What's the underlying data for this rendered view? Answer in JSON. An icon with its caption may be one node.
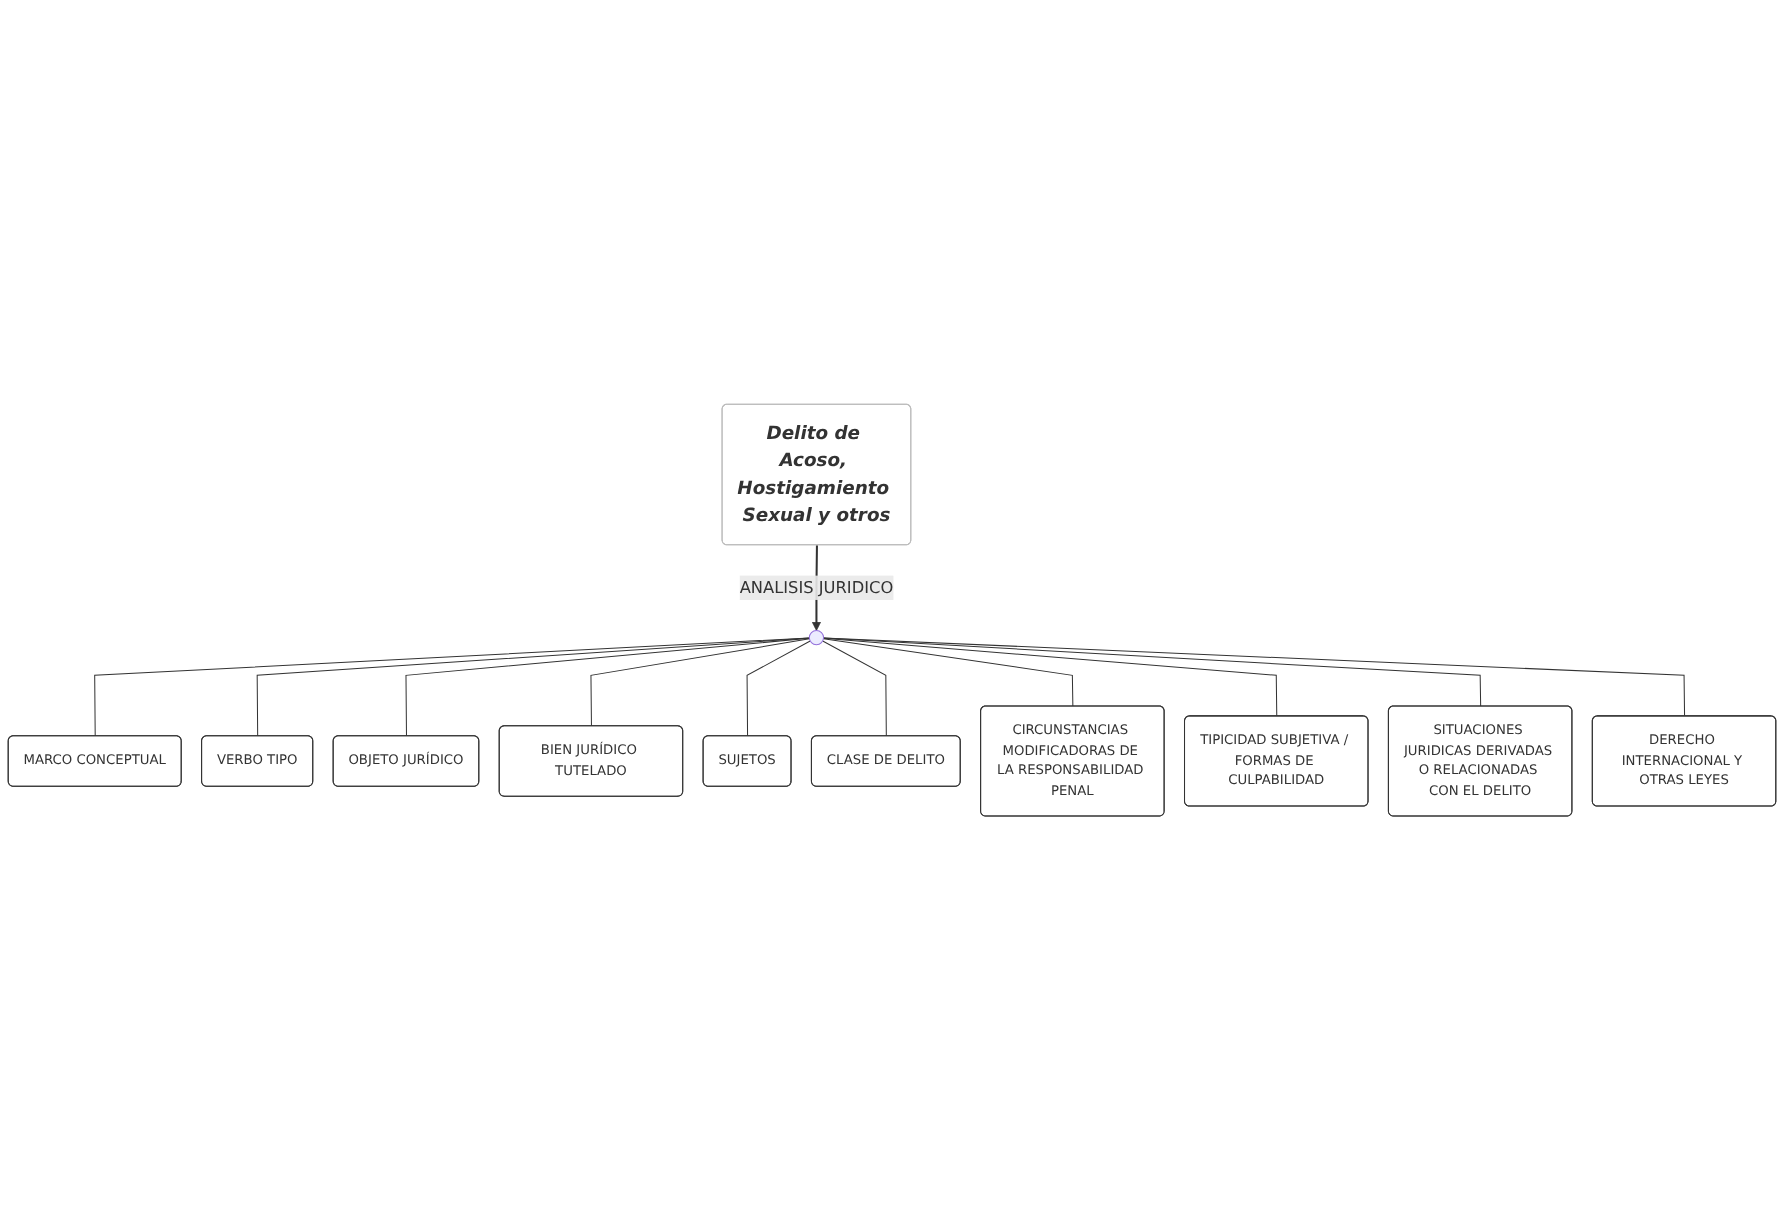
{
  "diagram": {
    "nodes": [
      {
        "text": [
          "Delito de Acoso, Hostigamiento Sexual y otros"
        ]
      },
      {
        "text": [],
        "shape": "circle"
      },
      {
        "text": [
          "MARCO CONCEPTUAL"
        ]
      },
      {
        "text": [
          "VERBO TIPO"
        ]
      },
      {
        "text": [
          "OBJETO JURÍDICO"
        ]
      },
      {
        "text": [
          "BIEN JURÍDICO TUTELADO"
        ]
      },
      {
        "text": [
          "SUJETOS"
        ]
      },
      {
        "text": [
          "CLASE DE DELITO"
        ]
      },
      {
        "text": [
          "CIRCUNSTANCIAS MODIFICADORAS DE LA RESPONSABILIDAD PENAL"
        ]
      },
      {
        "text": [
          "TIPICIDAD SUBJETIVA / FORMAS DE CULPABILIDAD"
        ]
      },
      {
        "text": [
          "SITUACIONES JURIDICAS DERIVADAS O RELACIONADAS CON EL DELITO"
        ]
      },
      {
        "text": [
          "DERECHO INTERNACIONAL Y OTRAS LEYES"
        ]
      }
    ],
    "edges": [
      {
        "from": 0,
        "to": 1,
        "arrow": "to",
        "label": "ANALISIS JURIDICO"
      },
      {
        "from": 1,
        "to": 2,
        "arrow": "none"
      },
      {
        "from": 1,
        "to": 3,
        "arrow": "none"
      },
      {
        "from": 1,
        "to": 4,
        "arrow": "none"
      },
      {
        "from": 1,
        "to": 5,
        "arrow": "none"
      },
      {
        "from": 1,
        "to": 6,
        "arrow": "none"
      },
      {
        "from": 1,
        "to": 7,
        "arrow": "none"
      },
      {
        "from": 1,
        "to": 8,
        "arrow": "none"
      },
      {
        "from": 1,
        "to": 9,
        "arrow": "none"
      },
      {
        "from": 1,
        "to": 10,
        "arrow": "none"
      },
      {
        "from": 1,
        "to": 11,
        "arrow": "none"
      }
    ]
  }
}
